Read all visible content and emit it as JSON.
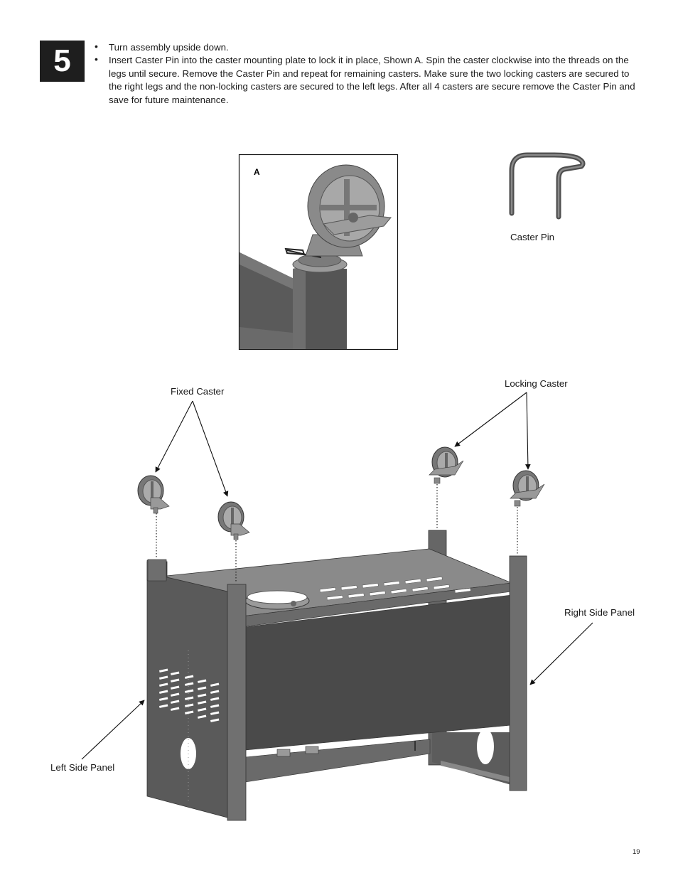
{
  "step": {
    "number": "5"
  },
  "instructions": {
    "items": [
      "Turn assembly upside down.",
      "Insert Caster Pin into the caster mounting plate to lock it in place, Shown A.  Spin the caster clockwise into the threads on the legs until secure.  Remove the Caster Pin and repeat for remaining casters.  Make sure the two locking casters are secured to the right legs and the non-locking casters are secured to the left legs. After all 4 casters are secure remove the Caster Pin and save for future maintenance."
    ]
  },
  "detail": {
    "label": "A"
  },
  "labels": {
    "caster_pin": "Caster  Pin",
    "fixed_caster": "Fixed Caster",
    "locking_caster": "Locking Caster",
    "right_side_panel": "Right Side Panel",
    "left_side_panel": "Left Side Panel"
  },
  "page": {
    "number": "19"
  },
  "colors": {
    "frame_dark": "#4a4a4a",
    "frame_mid": "#6b6b6b",
    "frame_light": "#8a8a8a",
    "step_box": "#1e1e1e"
  }
}
